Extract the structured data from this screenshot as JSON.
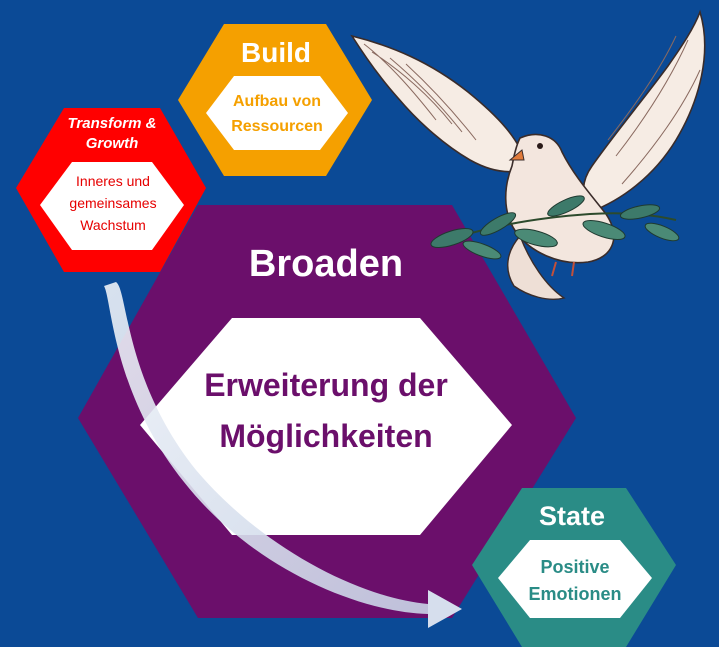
{
  "colors": {
    "background": "#0b4a96",
    "build": "#f5a000",
    "transform": "#ff0000",
    "broaden": "#6b0f6b",
    "state": "#2a8c86",
    "inner": "#ffffff"
  },
  "build": {
    "title": "Build",
    "line1": "Aufbau von",
    "line2": "Ressourcen"
  },
  "transform": {
    "title1": "Transform &",
    "title2": "Growth",
    "line1": "Inneres und",
    "line2": "gemeinsames",
    "line3": "Wachstum"
  },
  "broaden": {
    "title": "Broaden",
    "line1": "Erweiterung der",
    "line2": "Möglichkeiten"
  },
  "state": {
    "title": "State",
    "line1": "Positive",
    "line2": "Emotionen"
  },
  "icons": {
    "dove": "dove-with-olive-branch-icon",
    "arrow": "curved-arrow-icon"
  }
}
